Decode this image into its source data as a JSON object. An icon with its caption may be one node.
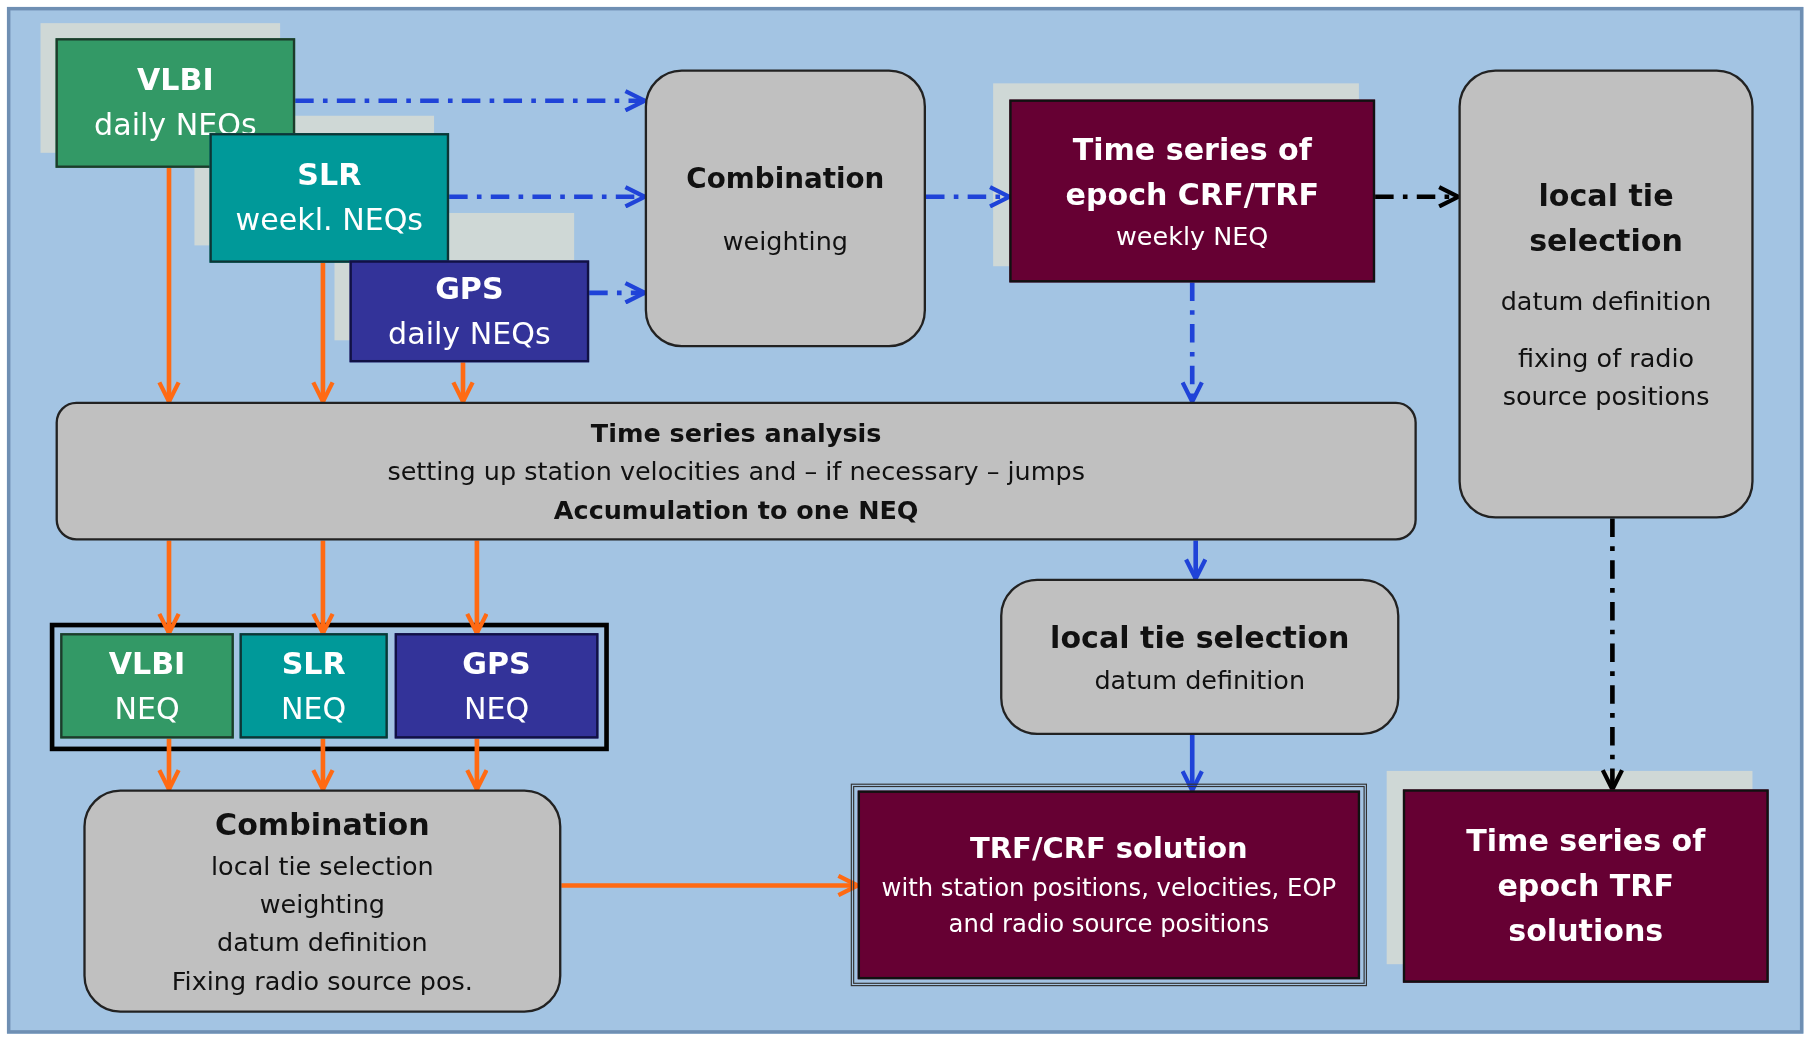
{
  "diagram": {
    "nodes": [
      {
        "text": [
          "VLBI",
          "daily NEQs"
        ]
      },
      {
        "text": [
          "SLR",
          "weekl. NEQs"
        ]
      },
      {
        "text": [
          "GPS",
          "daily NEQs"
        ]
      },
      {
        "text": [
          "Combination",
          "weighting"
        ]
      },
      {
        "text": [
          "Time series of epoch CRF/TRF",
          "weekly NEQ"
        ]
      },
      {
        "text": [
          "local tie selection",
          "datum definition",
          "fixing of radio source positions"
        ]
      },
      {
        "text": [
          "Time series analysis",
          "setting up station velocities and – if necessary – jumps",
          "Accumulation to one NEQ"
        ]
      },
      {
        "text": [
          "VLBI",
          "NEQ"
        ]
      },
      {
        "text": [
          "SLR",
          "NEQ"
        ]
      },
      {
        "text": [
          "GPS",
          "NEQ"
        ]
      },
      {
        "text": [
          "local tie selection",
          "datum definition"
        ]
      },
      {
        "text": [
          "Combination",
          "local tie selection",
          "weighting",
          "datum definition",
          "Fixing radio source pos."
        ]
      },
      {
        "text": [
          "TRF/CRF solution",
          "with station positions, velocities, EOP and radio source positions"
        ]
      },
      {
        "text": [
          "Time series of epoch TRF solutions"
        ]
      }
    ],
    "edges": [
      {
        "from": 0,
        "to": 3,
        "arrow": "to",
        "style": "dashed",
        "color": "#1f43d8"
      },
      {
        "from": 1,
        "to": 3,
        "arrow": "to",
        "style": "dashed",
        "color": "#1f43d8"
      },
      {
        "from": 2,
        "to": 3,
        "arrow": "to",
        "style": "dashed",
        "color": "#1f43d8"
      },
      {
        "from": 3,
        "to": 4,
        "arrow": "to",
        "style": "dashed",
        "color": "#1f43d8"
      },
      {
        "from": 4,
        "to": 5,
        "arrow": "to",
        "style": "dashed",
        "color": "#000000"
      },
      {
        "from": 4,
        "to": 6,
        "arrow": "to",
        "style": "dashed",
        "color": "#1f43d8"
      },
      {
        "from": 0,
        "to": 6,
        "arrow": "to"
      },
      {
        "from": 1,
        "to": 6,
        "arrow": "to"
      },
      {
        "from": 2,
        "to": 6,
        "arrow": "to"
      },
      {
        "from": 6,
        "to": 7,
        "arrow": "to"
      },
      {
        "from": 6,
        "to": 8,
        "arrow": "to"
      },
      {
        "from": 6,
        "to": 9,
        "arrow": "to"
      },
      {
        "from": 6,
        "to": 10,
        "arrow": "to",
        "color": "#1f43d8"
      },
      {
        "from": 10,
        "to": 12,
        "arrow": "to",
        "color": "#1f43d8"
      },
      {
        "from": 7,
        "to": 11,
        "arrow": "to"
      },
      {
        "from": 8,
        "to": 11,
        "arrow": "to"
      },
      {
        "from": 9,
        "to": 11,
        "arrow": "to"
      },
      {
        "from": 11,
        "to": 12,
        "arrow": "to"
      },
      {
        "from": 5,
        "to": 13,
        "arrow": "to",
        "style": "dashed",
        "color": "#000000"
      }
    ]
  }
}
